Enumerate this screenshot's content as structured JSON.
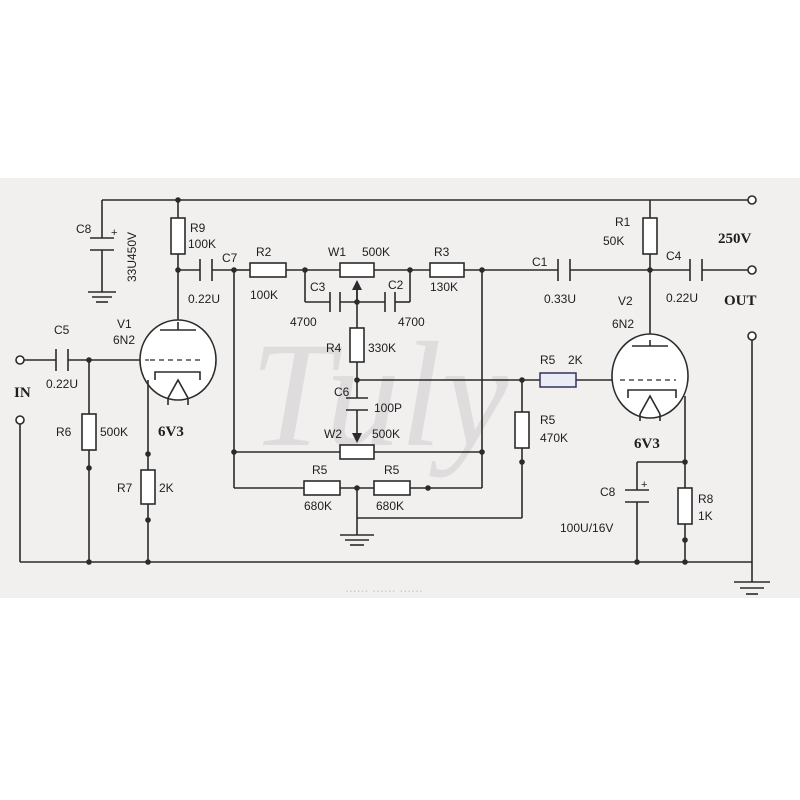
{
  "watermark": {
    "logo_text": "Tuly",
    "bottom_text": "...... ...... ......"
  },
  "supply": {
    "voltage": "250V"
  },
  "ports": {
    "input": "IN",
    "output": "OUT"
  },
  "tubes": {
    "v1": {
      "ref": "V1",
      "type": "6N2",
      "heater": "6V3"
    },
    "v2": {
      "ref": "V2",
      "type": "6N2",
      "heater": "6V3"
    }
  },
  "components": {
    "c8_top": {
      "ref": "C8",
      "value": "33U450V"
    },
    "r9": {
      "ref": "R9",
      "value": "100K"
    },
    "c7": {
      "ref": "C7",
      "value": "0.22U"
    },
    "r2": {
      "ref": "R2",
      "value": "100K"
    },
    "w1": {
      "ref": "W1",
      "value": "500K"
    },
    "r3": {
      "ref": "R3",
      "value": "130K"
    },
    "c3": {
      "ref": "C3",
      "value": "4700"
    },
    "c2": {
      "ref": "C2",
      "value": "4700"
    },
    "r4": {
      "ref": "R4",
      "value": "330K"
    },
    "c6": {
      "ref": "C6",
      "value": "100P"
    },
    "w2": {
      "ref": "W2",
      "value": "500K"
    },
    "r5_left": {
      "ref": "R5",
      "value": "680K"
    },
    "r5_right": {
      "ref": "R5",
      "value": "680K"
    },
    "r5_470": {
      "ref": "R5",
      "value": "470K"
    },
    "r5_2k": {
      "ref": "R5",
      "value": "2K"
    },
    "c5": {
      "ref": "C5",
      "value": "0.22U"
    },
    "r6": {
      "ref": "R6",
      "value": "500K"
    },
    "r7": {
      "ref": "R7",
      "value": "2K"
    },
    "c1": {
      "ref": "C1",
      "value": "0.33U"
    },
    "r1": {
      "ref": "R1",
      "value": "50K"
    },
    "c4": {
      "ref": "C4",
      "value": "0.22U"
    },
    "c8_bottom": {
      "ref": "C8",
      "value": "100U/16V"
    },
    "r8": {
      "ref": "R8",
      "value": "1K"
    }
  }
}
